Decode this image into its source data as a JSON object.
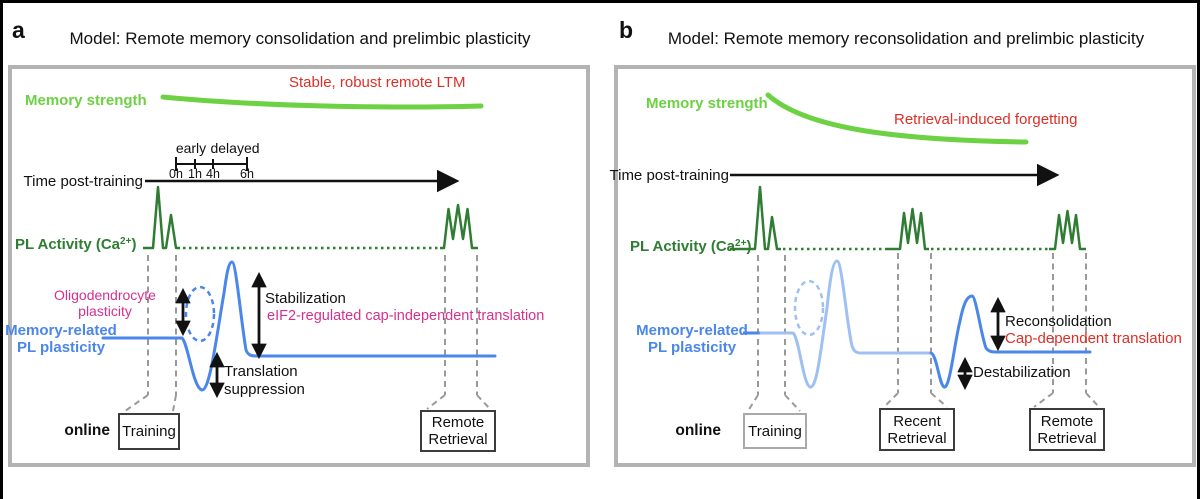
{
  "colors": {
    "memory_green": "#6cd143",
    "activity_green": "#2e7d32",
    "plasticity_blue": "#4b86ea",
    "faded_blue": "#9fc0f2",
    "magenta": "#d6308f",
    "alert_red": "#dd2f27",
    "panel_border_gray": "#b3b3b3",
    "dashed_gray": "#999999"
  },
  "panel_a": {
    "letter": "a",
    "title": "Model: Remote memory consolidation and prelimbic plasticity",
    "memory_strength": "Memory strength",
    "ltm_status": "Stable, robust remote LTM",
    "timescale": {
      "early": "early",
      "delayed": "delayed",
      "ticks": [
        "0h",
        "1h",
        "4h",
        "6h"
      ]
    },
    "time_axis": "Time post-training",
    "pl_activity": {
      "pre": "PL Activity (Ca",
      "sup": "2+",
      "post": ")"
    },
    "oligodendrocyte": {
      "line1": "Oligodendrocyte",
      "line2": "plasticity"
    },
    "memory_related": {
      "line1": "Memory-related",
      "line2": "PL plasticity"
    },
    "stabilization": "Stabilization",
    "eif2": "eIF2-regulated cap-independent translation",
    "translation_suppression": {
      "line1": "Translation",
      "line2": "suppression"
    },
    "online": "online",
    "boxes": {
      "training": "Training",
      "remote": {
        "line1": "Remote",
        "line2": "Retrieval"
      }
    }
  },
  "panel_b": {
    "letter": "b",
    "title": "Model: Remote memory reconsolidation and prelimbic plasticity",
    "memory_strength": "Memory strength",
    "forgetting_status": "Retrieval-induced forgetting",
    "time_axis": "Time post-training",
    "pl_activity": {
      "pre": "PL Activity (Ca",
      "sup": "2+",
      "post": ")"
    },
    "memory_related": {
      "line1": "Memory-related",
      "line2": "PL plasticity"
    },
    "reconsolidation": "Reconsolidation",
    "cap_dependent": "Cap-dependent translation",
    "destabilization": "Destabilization",
    "online": "online",
    "boxes": {
      "training": "Training",
      "recent": {
        "line1": "Recent",
        "line2": "Retrieval"
      },
      "remote": {
        "line1": "Remote",
        "line2": "Retrieval"
      }
    }
  }
}
